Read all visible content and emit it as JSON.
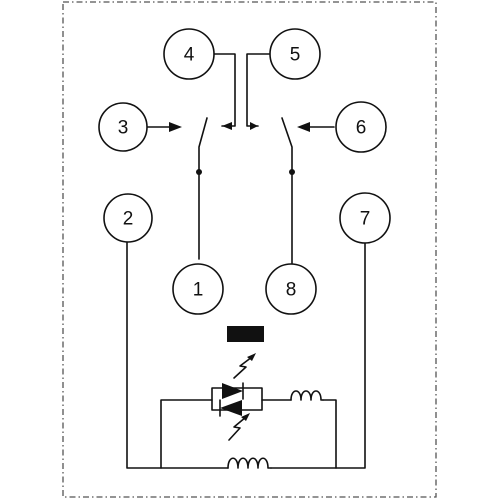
{
  "pins": [
    {
      "id": "pin-1",
      "label": "1"
    },
    {
      "id": "pin-2",
      "label": "2"
    },
    {
      "id": "pin-3",
      "label": "3"
    },
    {
      "id": "pin-4",
      "label": "4"
    },
    {
      "id": "pin-5",
      "label": "5"
    },
    {
      "id": "pin-6",
      "label": "6"
    },
    {
      "id": "pin-7",
      "label": "7"
    },
    {
      "id": "pin-8",
      "label": "8"
    }
  ],
  "colors": {
    "line": "#111111",
    "border": "#555555",
    "indicator": "#000000",
    "background": "#ffffff"
  }
}
